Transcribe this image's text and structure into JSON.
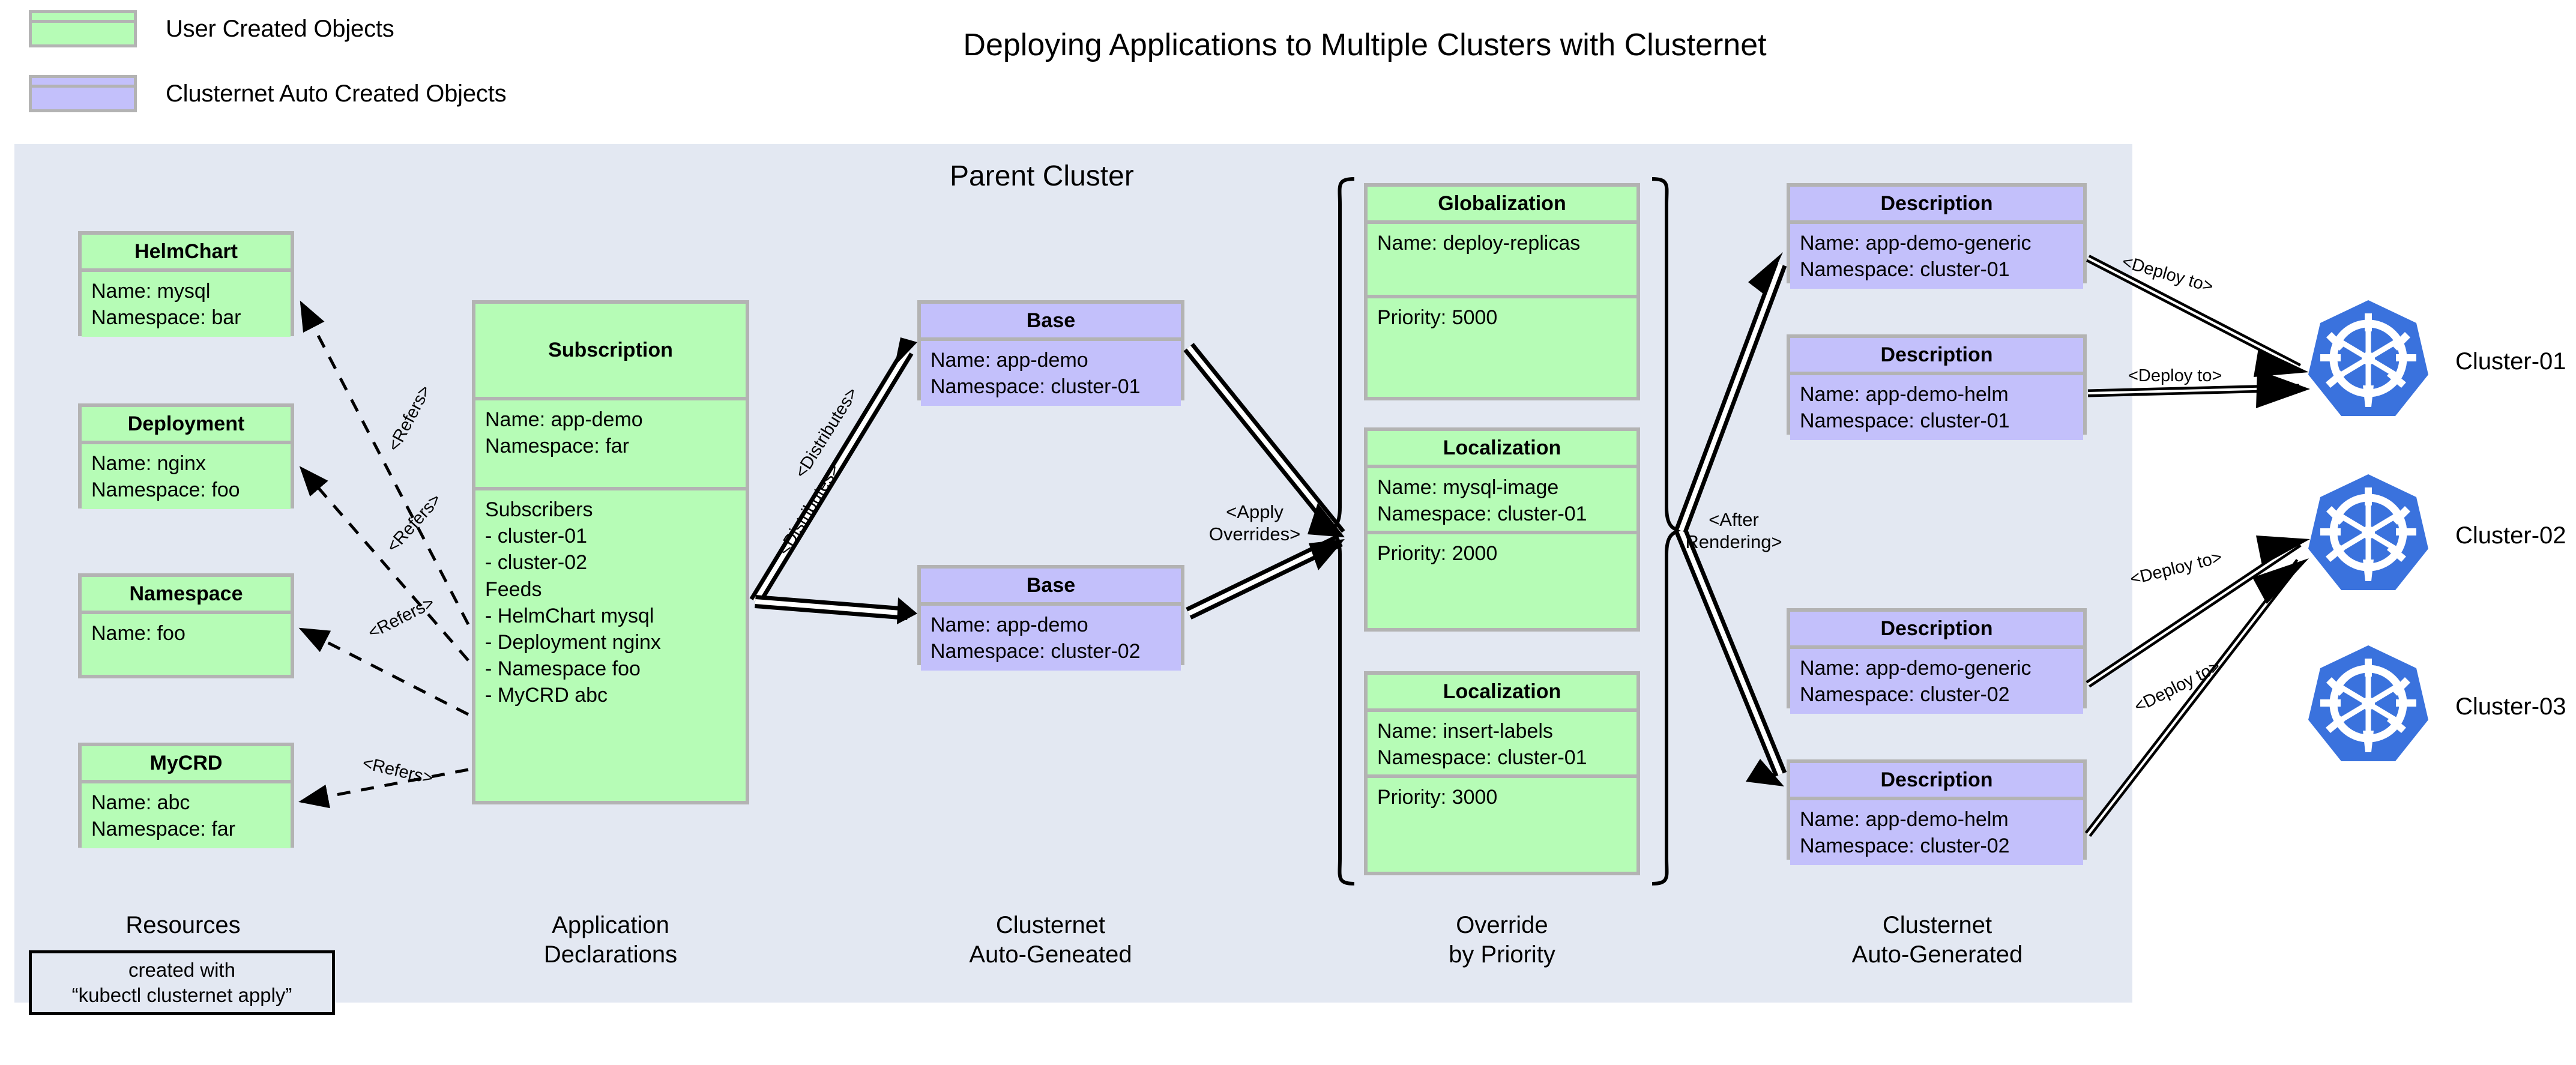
{
  "title": "Deploying Applications to Multiple Clusters with Clusternet",
  "legend": {
    "items": [
      {
        "label": "User Created Objects",
        "color": "#b6fcb6",
        "icon": "green-box-swatch"
      },
      {
        "label": "Clusternet Auto Created Objects",
        "color": "#c3c0fb",
        "icon": "purple-box-swatch"
      }
    ]
  },
  "parent_cluster": {
    "title": "Parent Cluster",
    "background": "#e3e8f2"
  },
  "columns": [
    {
      "caption": "Resources"
    },
    {
      "caption": "Application\nDeclarations",
      "line1": "Application",
      "line2": "Declarations"
    },
    {
      "caption": "Clusternet\nAuto-Geneated",
      "line1": "Clusternet",
      "line2": "Auto-Geneated"
    },
    {
      "caption": "Override\nby Priority",
      "line1": "Override",
      "line2": "by Priority"
    },
    {
      "caption": "Clusternet\nAuto-Generated",
      "line1": "Clusternet",
      "line2": "Auto-Generated"
    }
  ],
  "kubectl_note": {
    "line1": "created with",
    "line2": "“kubectl clusternet apply”"
  },
  "resources": [
    {
      "kind": "HelmChart",
      "fields": [
        "Name: mysql",
        "Namespace: bar"
      ]
    },
    {
      "kind": "Deployment",
      "fields": [
        "Name: nginx",
        "Namespace: foo"
      ]
    },
    {
      "kind": "Namespace",
      "fields": [
        "Name: foo"
      ]
    },
    {
      "kind": "MyCRD",
      "fields": [
        "Name: abc",
        "Namespace: far"
      ]
    }
  ],
  "subscription": {
    "kind": "Subscription",
    "meta": [
      "Name: app-demo",
      "Namespace: far"
    ],
    "body": [
      "Subscribers",
      "- cluster-01",
      "- cluster-02",
      "Feeds",
      "- HelmChart mysql",
      "- Deployment nginx",
      "- Namespace foo",
      "- MyCRD abc"
    ]
  },
  "bases": [
    {
      "kind": "Base",
      "fields": [
        "Name: app-demo",
        "Namespace: cluster-01"
      ]
    },
    {
      "kind": "Base",
      "fields": [
        "Name: app-demo",
        "Namespace: cluster-02"
      ]
    }
  ],
  "overrides": [
    {
      "kind": "Globalization",
      "fields": [
        "Name: deploy-replicas"
      ],
      "priority": "Priority: 5000"
    },
    {
      "kind": "Localization",
      "fields": [
        "Name: mysql-image",
        "Namespace: cluster-01"
      ],
      "priority": "Priority: 2000"
    },
    {
      "kind": "Localization",
      "fields": [
        "Name: insert-labels",
        "Namespace: cluster-01"
      ],
      "priority": "Priority: 3000"
    }
  ],
  "descriptions": [
    {
      "kind": "Description",
      "fields": [
        "Name: app-demo-generic",
        "Namespace: cluster-01"
      ]
    },
    {
      "kind": "Description",
      "fields": [
        "Name: app-demo-helm",
        "Namespace: cluster-01"
      ]
    },
    {
      "kind": "Description",
      "fields": [
        "Name: app-demo-generic",
        "Namespace: cluster-02"
      ]
    },
    {
      "kind": "Description",
      "fields": [
        "Name: app-demo-helm",
        "Namespace: cluster-02"
      ]
    }
  ],
  "clusters": [
    {
      "label": "Cluster-01",
      "icon": "kubernetes-icon",
      "color": "#3a72dd"
    },
    {
      "label": "Cluster-02",
      "icon": "kubernetes-icon",
      "color": "#3a72dd"
    },
    {
      "label": "Cluster-03",
      "icon": "kubernetes-icon",
      "color": "#3a72dd"
    }
  ],
  "edge_labels": {
    "refers": [
      "<Refers>",
      "<Refers>",
      "<Refers>",
      "<Refers>"
    ],
    "distributes": [
      "<Distributes>",
      "<Distributes>"
    ],
    "apply_overrides": {
      "line1": "<Apply",
      "line2": "Overrides>"
    },
    "after_rendering": {
      "line1": "<After",
      "line2": "Rendering>"
    },
    "deploy_to": [
      "<Deploy to>",
      "<Deploy to>",
      "<Deploy to>",
      "<Deploy to>"
    ]
  }
}
